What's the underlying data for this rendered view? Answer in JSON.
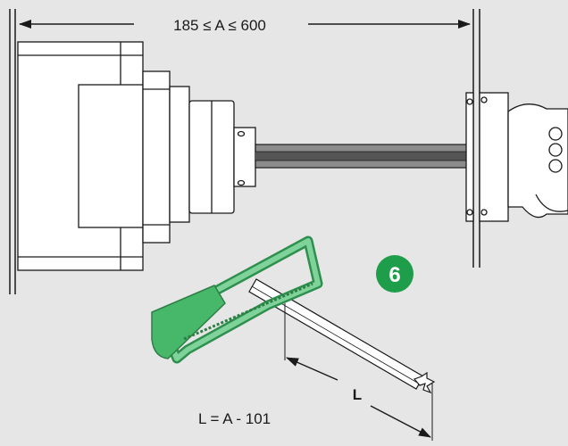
{
  "dimension_top": "185 ≤ A ≤ 600",
  "step_badge": "6",
  "dimension_L": "L",
  "formula": "L = A - 101",
  "colors": {
    "background": "#e6e6e6",
    "saw_green": "#47b86a",
    "badge_green": "#1e9e4a",
    "shaft_dark": "#555555"
  }
}
